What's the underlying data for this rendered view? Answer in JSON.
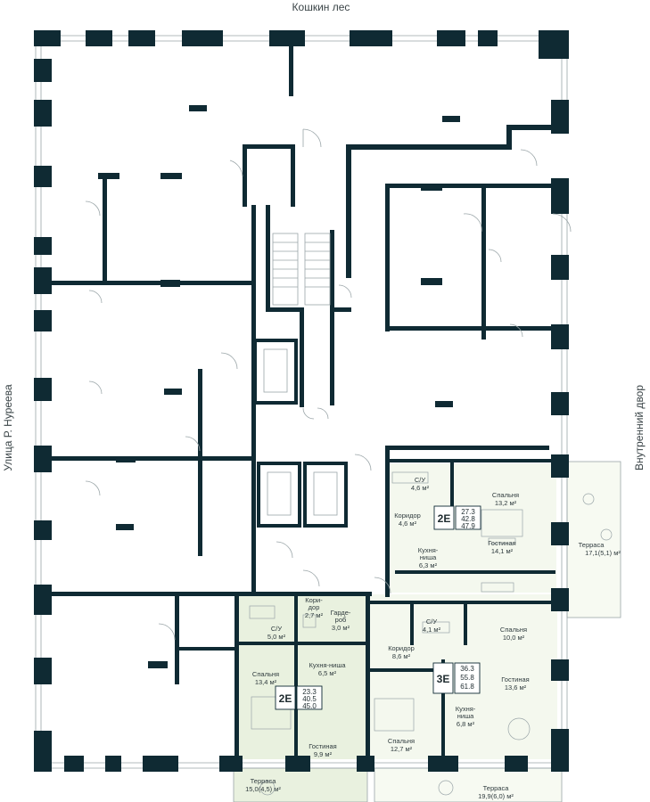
{
  "streets": {
    "north": "Кошкин лес",
    "west": "Улица Р. Нуреева",
    "east": "Внутренний двор"
  },
  "colors": {
    "wall": "#0f2a33",
    "green_unit": "#e9f1df",
    "light_unit": "#f4f8ee",
    "line": "#9aa5a8"
  },
  "units": {
    "unit_a": {
      "code": "2E",
      "areas": [
        "27.3",
        "42.8",
        "47.9"
      ],
      "rooms": {
        "bath": "С/У",
        "bath_area": "4,6 м²",
        "bedroom": "Спальня",
        "bedroom_area": "13,2 м²",
        "corridor": "Коридор",
        "corridor_area": "4,6 м²",
        "living": "Гостиная",
        "living_area": "14,1 м²",
        "kitchen_1": "Кухня-",
        "kitchen_2": "ниша",
        "kitchen_area": "6,3 м²",
        "terrace": "Терраса",
        "terrace_area": "17,1(5,1) м²"
      }
    },
    "unit_b": {
      "code": "2E",
      "areas": [
        "23.3",
        "40.5",
        "45.0"
      ],
      "rooms": {
        "corridor_1": "Кори-",
        "corridor_2": "дор",
        "corridor_area": "2,7 м²",
        "bath": "С/У",
        "bath_area": "5,0 м²",
        "wardrobe_1": "Гарде-",
        "wardrobe_2": "роб",
        "wardrobe_area": "3,0 м²",
        "bedroom": "Спальня",
        "bedroom_area": "13,4 м²",
        "kitchen": "Кухня-ниша",
        "kitchen_area": "6,5 м²",
        "living": "Гостиная",
        "living_area": "9,9 м²",
        "terrace": "Терраса",
        "terrace_area": "15,0(4,5) м²"
      }
    },
    "unit_c": {
      "code": "3E",
      "areas": [
        "36.3",
        "55.8",
        "61.8"
      ],
      "rooms": {
        "bath": "С/У",
        "bath_area": "4,1 м²",
        "bedroom_1": "Спальня",
        "bedroom_1_area": "10,0 м²",
        "corridor": "Коридор",
        "corridor_area": "8,6 м²",
        "living": "Гостиная",
        "living_area": "13,6 м²",
        "kitchen_1": "Кухня-",
        "kitchen_2": "ниша",
        "kitchen_area": "6,8 м²",
        "bedroom_2": "Спальня",
        "bedroom_2_area": "12,7 м²",
        "terrace": "Терраса",
        "terrace_area": "19,9(6,0) м²"
      }
    }
  }
}
